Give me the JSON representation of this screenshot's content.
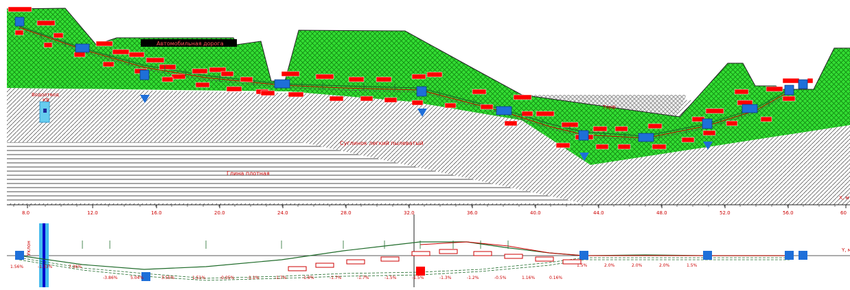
{
  "colors": {
    "ground_fill": "#33dd33",
    "hatch_line": "#444444",
    "label_bg": "#ff0000",
    "label_text": "#ffffff",
    "node_fill": "#1e6fd9",
    "water_triangle": "#1e6fd9",
    "cable_red": "#cc0000",
    "cable_green": "#1f6b2a",
    "cursor_blue": "#0000cc",
    "cursor_band": "#44bbee",
    "axis_text": "#cc0000",
    "black_bar": "#000000"
  },
  "labels": {
    "top_bar": "Автомобильная дорога",
    "water_left": "Водоотвод",
    "water_left2": "КВ",
    "layer_mid": "Суглинок легкий пылеватый",
    "layer_low": "Глина плотная",
    "peat": "Торф",
    "axis_unit": "X, м",
    "profile_axis": "Y, м",
    "left_vertical": "Уклон"
  },
  "x_axis_ticks": [
    "8.0",
    "12.0",
    "16.0",
    "20.0",
    "24.0",
    "28.0",
    "32.0",
    "36.0",
    "40.0",
    "44.0",
    "48.0",
    "52.0",
    "56.0",
    "60"
  ],
  "profile_labels": [
    "1.56%",
    "-1.33%",
    "7.36%",
    "-3.86%",
    "5.04%",
    "3.55%",
    "1.51%",
    "-0.05%",
    "-1.1%",
    "-1.7%",
    "-1.9%",
    "-1.7%",
    "-1.7%",
    "-1.5%",
    "-1.5%",
    "-1.3%",
    "-1.2%",
    "-0.5%",
    "1.16%",
    "0.16%",
    "1.5%",
    "2.0%",
    "2.0%",
    "2.0%",
    "1.5%"
  ]
}
